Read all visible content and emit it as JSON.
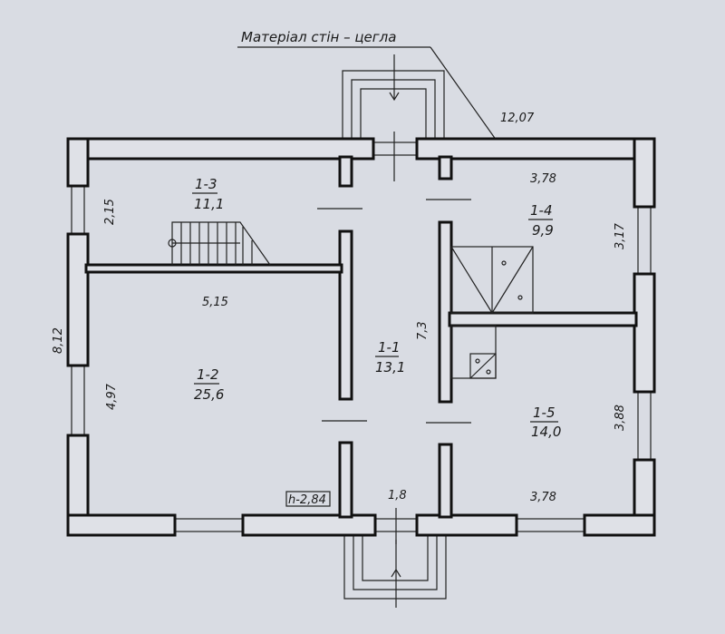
{
  "title": "Матеріал стін – цегла",
  "dimensions": {
    "overall_width": "12,07",
    "overall_depth": "8,12",
    "corridor_length": "7,3",
    "corridor_width": "1,8",
    "room_1_3_depth": "2,15",
    "room_1_2_width": "5,15",
    "room_1_2_depth": "4,97",
    "room_1_4_width": "3,78",
    "room_1_4_depth": "3,17",
    "room_1_5_width": "3,78",
    "room_1_5_depth": "3,88"
  },
  "rooms": [
    {
      "id": "1-1",
      "area": "13,1"
    },
    {
      "id": "1-2",
      "area": "25,6"
    },
    {
      "id": "1-3",
      "area": "11,1"
    },
    {
      "id": "1-4",
      "area": "9,9"
    },
    {
      "id": "1-5",
      "area": "14,0"
    }
  ],
  "ceiling_height": "h-2,84"
}
